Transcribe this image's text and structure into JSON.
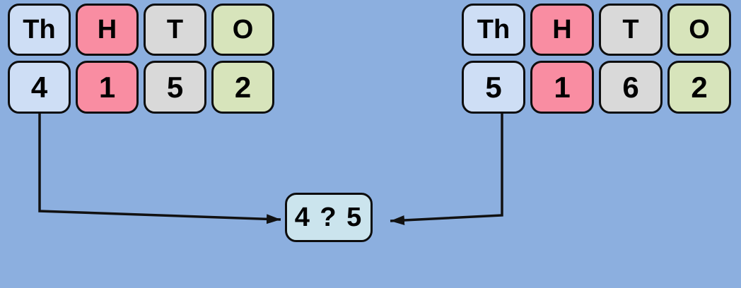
{
  "colors": {
    "background": "#8cafdf",
    "thousands_cell": "#cedef5",
    "hundreds_cell": "#f98da2",
    "tens_cell": "#d9d9d9",
    "ones_cell": "#d7e4bb",
    "compare_box": "#cbe4ed",
    "outline": "#0d0d0d",
    "arrow": "#111111"
  },
  "left_number": {
    "headers": [
      "Th",
      "H",
      "T",
      "O"
    ],
    "digits": [
      "4",
      "1",
      "5",
      "2"
    ]
  },
  "right_number": {
    "headers": [
      "Th",
      "H",
      "T",
      "O"
    ],
    "digits": [
      "5",
      "1",
      "6",
      "2"
    ]
  },
  "compare": {
    "label": "4 ? 5"
  },
  "icons": {
    "left_arrow": "elbow-arrow-right-icon",
    "right_arrow": "elbow-arrow-left-icon"
  }
}
